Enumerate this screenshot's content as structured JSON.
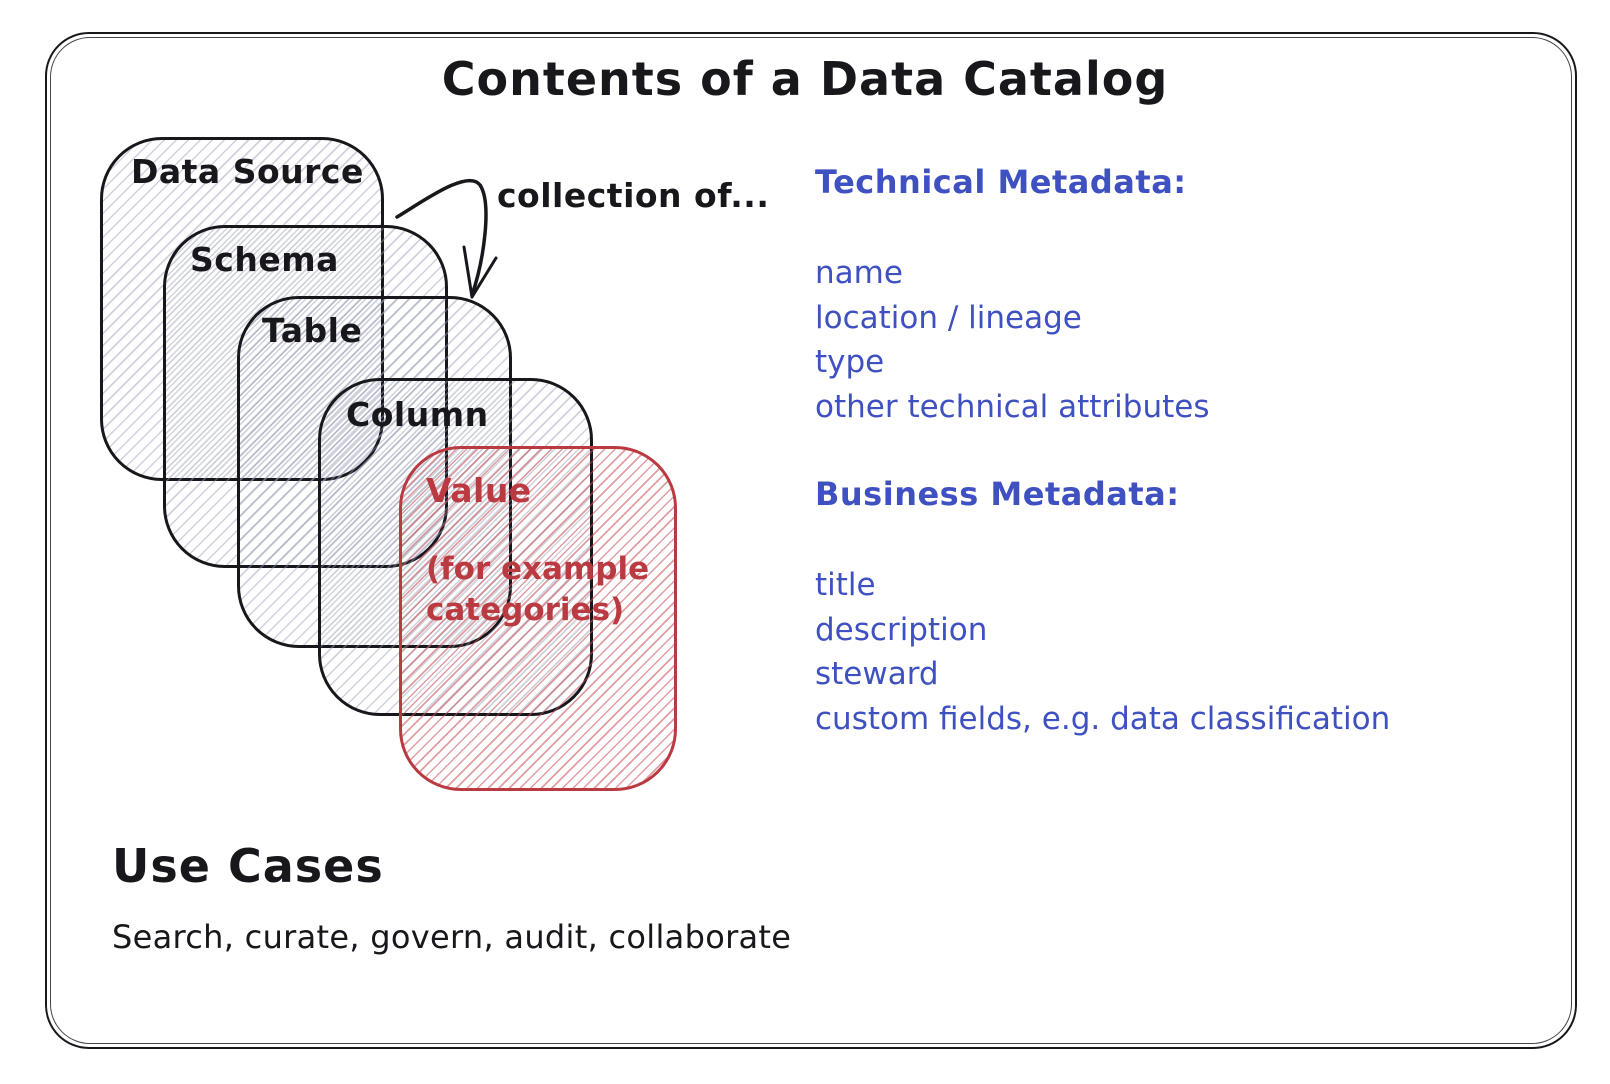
{
  "title": "Contents of a Data Catalog",
  "colors": {
    "ink": "#17171c",
    "blue": "#3f51c1",
    "red": "#ba3a42",
    "gray_hatch": "#c9cdd9"
  },
  "stack": {
    "boxes": [
      {
        "label": "Data Source"
      },
      {
        "label": "Schema"
      },
      {
        "label": "Table"
      },
      {
        "label": "Column"
      },
      {
        "label": "Value",
        "sublabel": "(for example categories)"
      }
    ],
    "arrow_label": "collection of..."
  },
  "technical": {
    "heading": "Technical Metadata:",
    "items": [
      "name",
      "location / lineage",
      "type",
      "other technical attributes"
    ]
  },
  "business": {
    "heading": "Business Metadata:",
    "items": [
      "title",
      "description",
      "steward",
      "custom fields, e.g. data classification"
    ]
  },
  "use_cases": {
    "heading": "Use Cases",
    "text": "Search, curate, govern, audit, collaborate"
  }
}
